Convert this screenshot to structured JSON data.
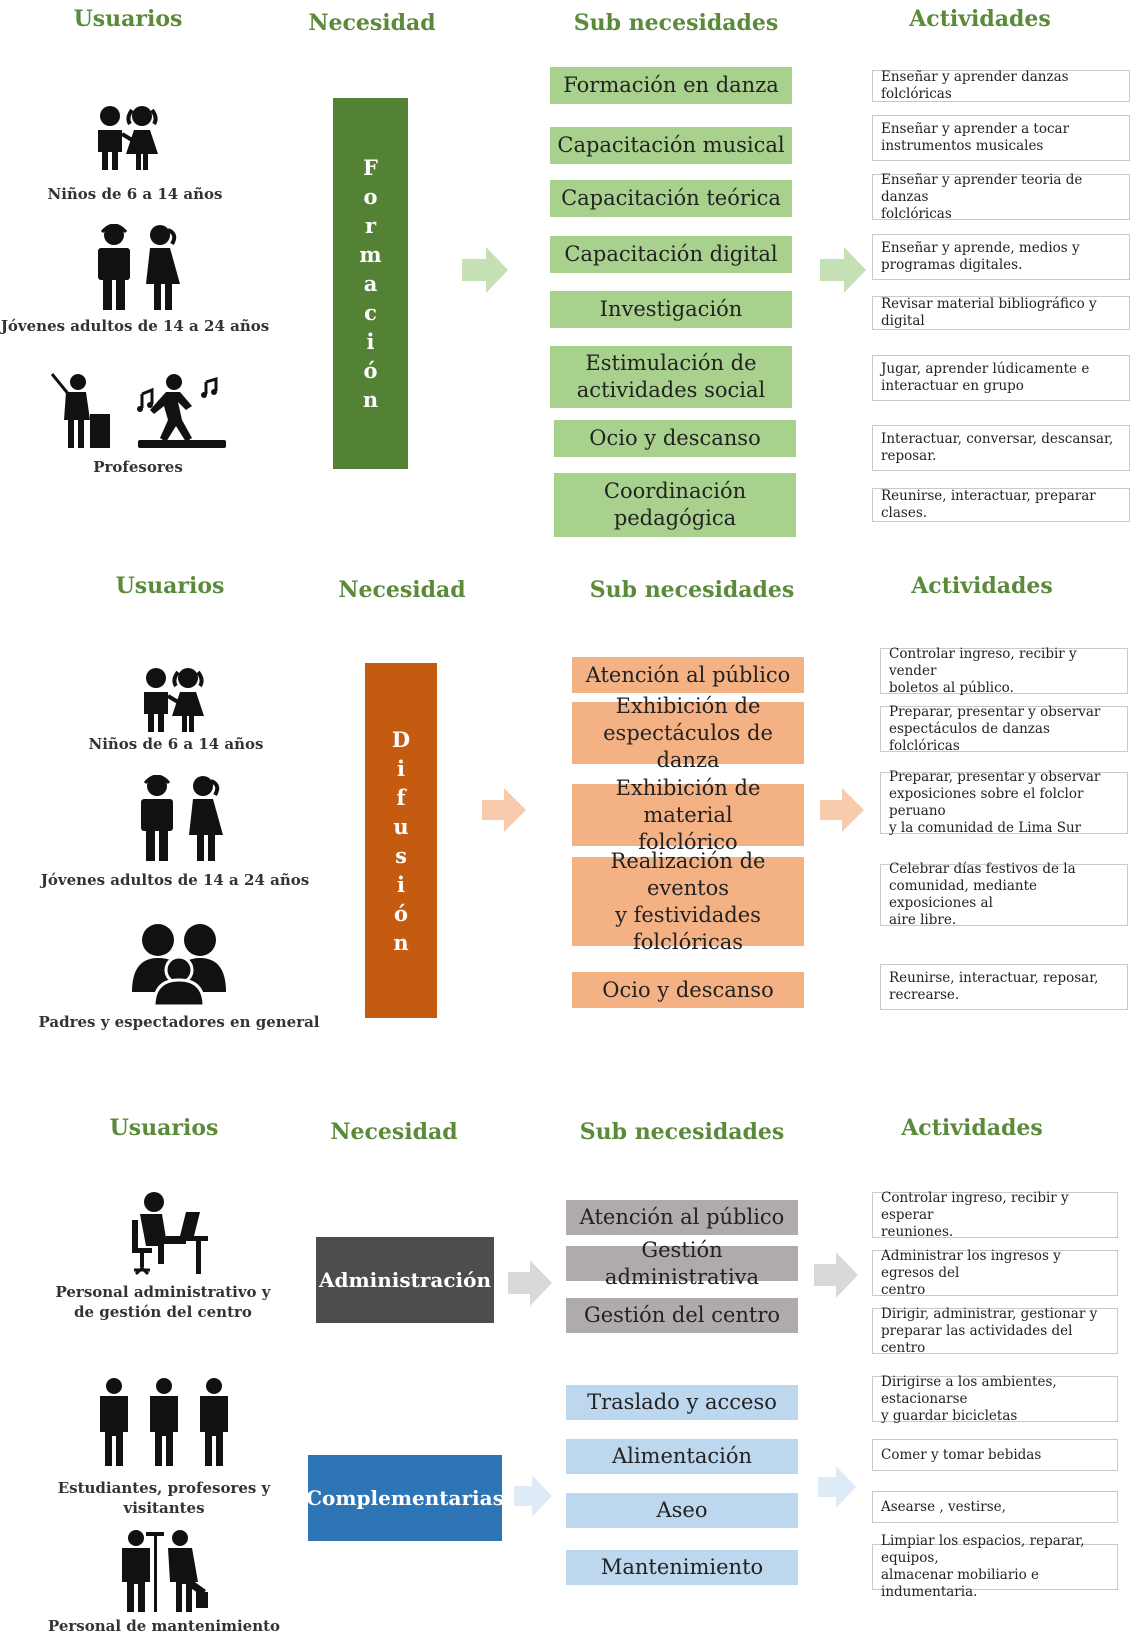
{
  "colors": {
    "header": "#5b8a3a",
    "formacion": "#548235",
    "formacion_sub": "#a9d18e",
    "difusion": "#c55a11",
    "difusion_sub": "#f4b183",
    "difusion_arrow": "#f8cbad",
    "formacion_arrow": "#c5e0b4",
    "administracion": "#4d4d4d",
    "administracion_sub": "#afabab",
    "gray_arrow": "#d9d9d9",
    "complementarias": "#2e75b6",
    "complementarias_sub": "#bdd7ee",
    "blue_arrow": "#deebf7"
  },
  "section1": {
    "headers": {
      "usuarios": "Usuarios",
      "necesidad": "Necesidad",
      "sub": "Sub necesidades",
      "actividades": "Actividades"
    },
    "users": [
      {
        "label": "Niños de 6 a 14 años",
        "icon": "children-icon"
      },
      {
        "label": "Jóvenes adultos de 14 a 24 años",
        "icon": "young-adults-icon"
      },
      {
        "label": "Profesores",
        "icon": "teachers-icon"
      }
    ],
    "need_letters": [
      "F",
      "o",
      "r",
      "m",
      "a",
      "c",
      "i",
      "ó",
      "n"
    ],
    "subneeds": [
      "Formación en danza",
      "Capacitación musical",
      "Capacitación teórica",
      "Capacitación digital",
      "Investigación",
      "Estimulación de\nactividades social",
      "Ocio y descanso",
      "Coordinación\npedagógica"
    ],
    "activities": [
      "Enseñar y aprender danzas folclóricas",
      "Enseñar y aprender a tocar\ninstrumentos musicales",
      "Enseñar y aprender teoria de danzas\nfolclóricas",
      "Enseñar y aprende, medios y\nprogramas digitales.",
      "Revisar material bibliográfico y digital",
      "Jugar, aprender lúdicamente e\ninteractuar en grupo",
      "Interactuar, conversar, descansar,\nreposar.",
      "Reunirse, interactuar, preparar clases."
    ]
  },
  "section2": {
    "headers": {
      "usuarios": "Usuarios",
      "necesidad": "Necesidad",
      "sub": "Sub necesidades",
      "actividades": "Actividades"
    },
    "users": [
      {
        "label": "Niños de 6 a 14 años",
        "icon": "children-icon"
      },
      {
        "label": "Jóvenes adultos de 14 a 24 años",
        "icon": "young-adults-icon"
      },
      {
        "label": "Padres y espectadores en general",
        "icon": "family-group-icon"
      }
    ],
    "need_letters": [
      "D",
      "i",
      "f",
      "u",
      "s",
      "i",
      "ó",
      "n"
    ],
    "subneeds": [
      "Atención al público",
      "Exhibición de\nespectáculos de danza",
      "Exhibición de material\nfolclórico",
      "Realización de eventos\ny festividades\nfolclóricas",
      "Ocio y descanso"
    ],
    "activities": [
      "Controlar ingreso, recibir y vender\nboletos al público.",
      "Preparar, presentar y observar\nespectáculos de danzas folclóricas",
      "Preparar, presentar y observar\nexposiciones sobre el folclor peruano\ny la comunidad de Lima Sur",
      "Celebrar días festivos de la\ncomunidad, mediante exposiciones al\naire libre.",
      "Reunirse, interactuar, reposar,\nrecrearse."
    ]
  },
  "section3": {
    "headers": {
      "usuarios": "Usuarios",
      "necesidad": "Necesidad",
      "sub": "Sub necesidades",
      "actividades": "Actividades"
    },
    "users": [
      {
        "label": "Personal administrativo y\nde gestión del centro",
        "icon": "office-worker-icon"
      },
      {
        "label": "Estudiantes, profesores y\nvisitantes",
        "icon": "people-group-icon"
      },
      {
        "label": "Personal de mantenimiento",
        "icon": "maintenance-staff-icon"
      }
    ],
    "need_admin": "Administración",
    "need_comp": "Complementarias",
    "subneeds_admin": [
      "Atención al público",
      "Gestión administrativa",
      "Gestión del centro"
    ],
    "subneeds_comp": [
      "Traslado y acceso",
      "Alimentación",
      "Aseo",
      "Mantenimiento"
    ],
    "activities_admin": [
      "Controlar ingreso, recibir y esperar\nreuniones.",
      "Administrar los ingresos y egresos del\ncentro",
      "Dirigir, administrar, gestionar y\npreparar las actividades del centro"
    ],
    "activities_comp": [
      "Dirigirse a los ambientes, estacionarse\ny guardar bicicletas",
      "Comer y tomar bebidas",
      "Asearse , vestirse,",
      "Limpiar los espacios, reparar, equipos,\nalmacenar mobiliario e indumentaria."
    ]
  }
}
